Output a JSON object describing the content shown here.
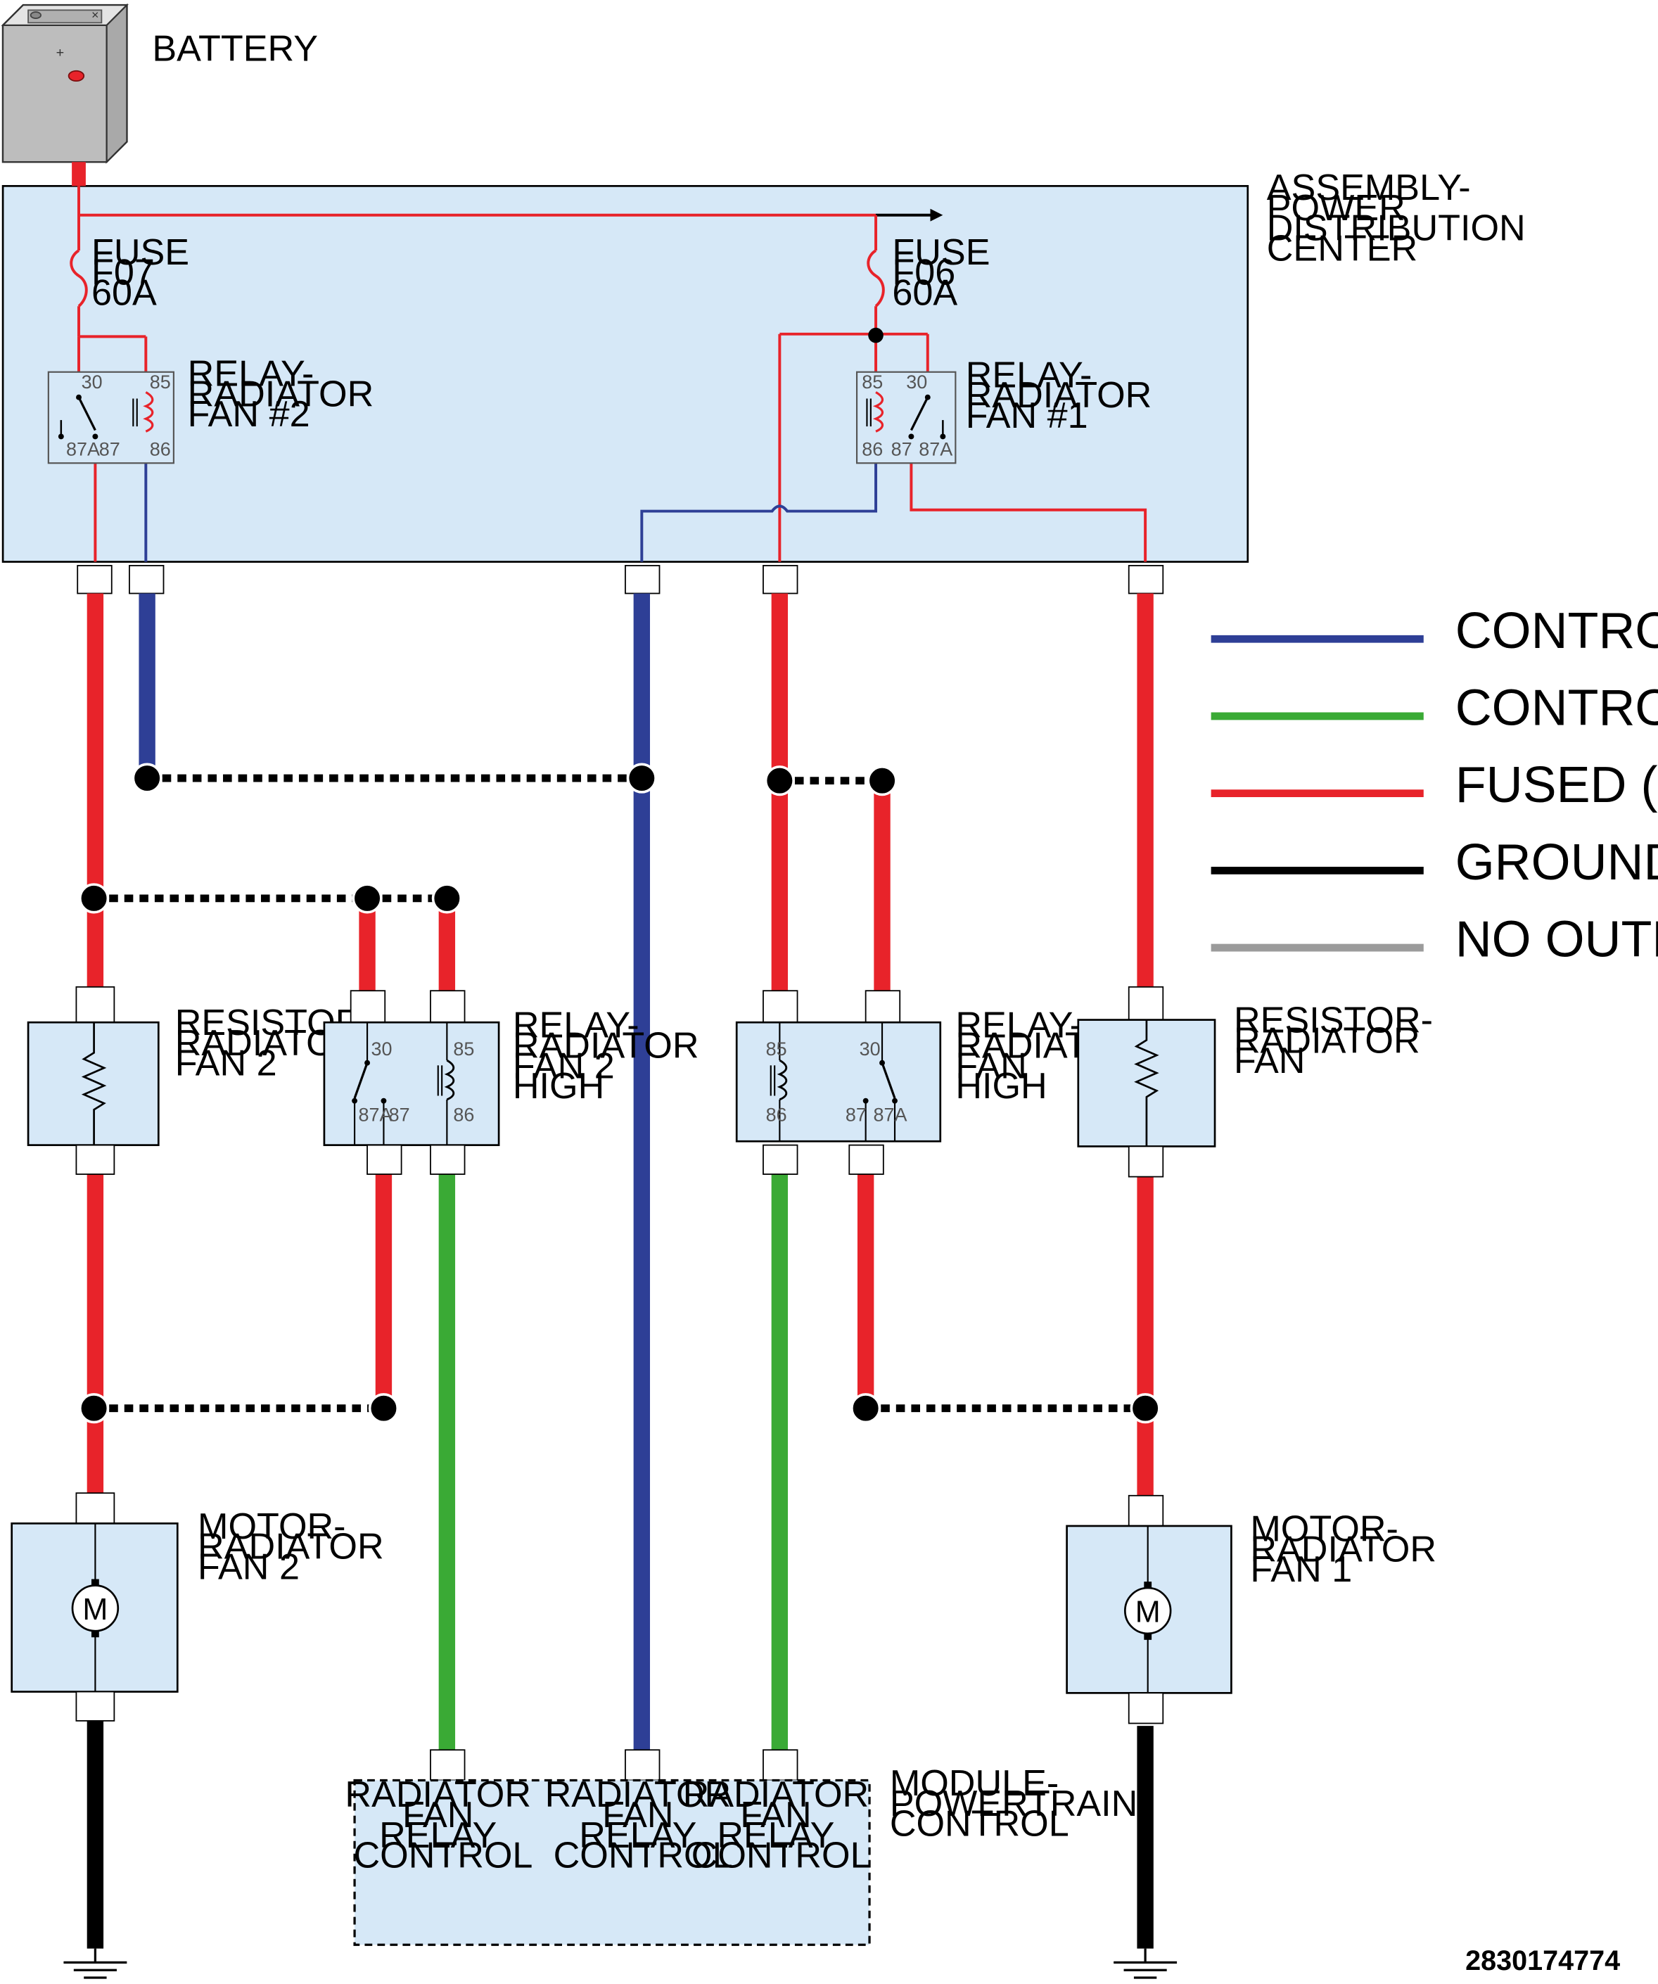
{
  "components": {
    "battery": "BATTERY",
    "pdc": [
      "ASSEMBLY-",
      "POWER",
      "DISTRIBUTION",
      "CENTER"
    ],
    "fuse_f07": [
      "FUSE",
      "F07",
      "60A"
    ],
    "fuse_f06": [
      "FUSE",
      "F06",
      "60A"
    ],
    "relay_fan2": [
      "RELAY-",
      "RADIATOR",
      "FAN #2"
    ],
    "relay_fan1": [
      "RELAY-",
      "RADIATOR",
      "FAN #1"
    ],
    "resistor_fan2": [
      "RESISTOR-",
      "RADIATOR",
      "FAN 2"
    ],
    "relay_fan2_high": [
      "RELAY-",
      "RADIATOR",
      "FAN 2",
      "HIGH"
    ],
    "relay_fan_high": [
      "RELAY-",
      "RADIATOR",
      "FAN",
      "HIGH"
    ],
    "resistor_fan": [
      "RESISTOR-",
      "RADIATOR",
      "FAN"
    ],
    "motor_fan2": [
      "MOTOR-",
      "RADIATOR",
      "FAN 2"
    ],
    "motor_fan1": [
      "MOTOR-",
      "RADIATOR",
      "FAN 1"
    ],
    "pcm": [
      "MODULE-",
      "POWERTRAIN",
      "CONTROL"
    ],
    "pcm_pin_1": [
      "RADIATOR",
      "FAN",
      "RELAY",
      "CONTROL"
    ],
    "pcm_pin_2": [
      "RADIATOR",
      "FAN",
      "RELAY",
      "CONTROL"
    ],
    "pcm_pin_3": [
      "RADIATOR",
      "FAN",
      "RELAY",
      "CONTROL"
    ],
    "motor_symbol": "M"
  },
  "relay_pins": {
    "p30": "30",
    "p85": "85",
    "p86": "86",
    "p87": "87",
    "p87a": "87A"
  },
  "legend": [
    {
      "label": "CONTROL ON",
      "color": "#2e3f96"
    },
    {
      "label": "CONTROL OFF",
      "color": "#3aaa35"
    },
    {
      "label": "FUSED (B+)",
      "color": "#e8232a"
    },
    {
      "label": "GROUND",
      "color": "#000000"
    },
    {
      "label": "NO OUTPUT",
      "color": "#9b9b9b"
    }
  ],
  "colors": {
    "box_fill": "#d6e8f7",
    "control_on": "#2e3f96",
    "control_off": "#3aaa35",
    "fused": "#e8232a",
    "ground": "#000000"
  },
  "doc_number": "2830174774"
}
